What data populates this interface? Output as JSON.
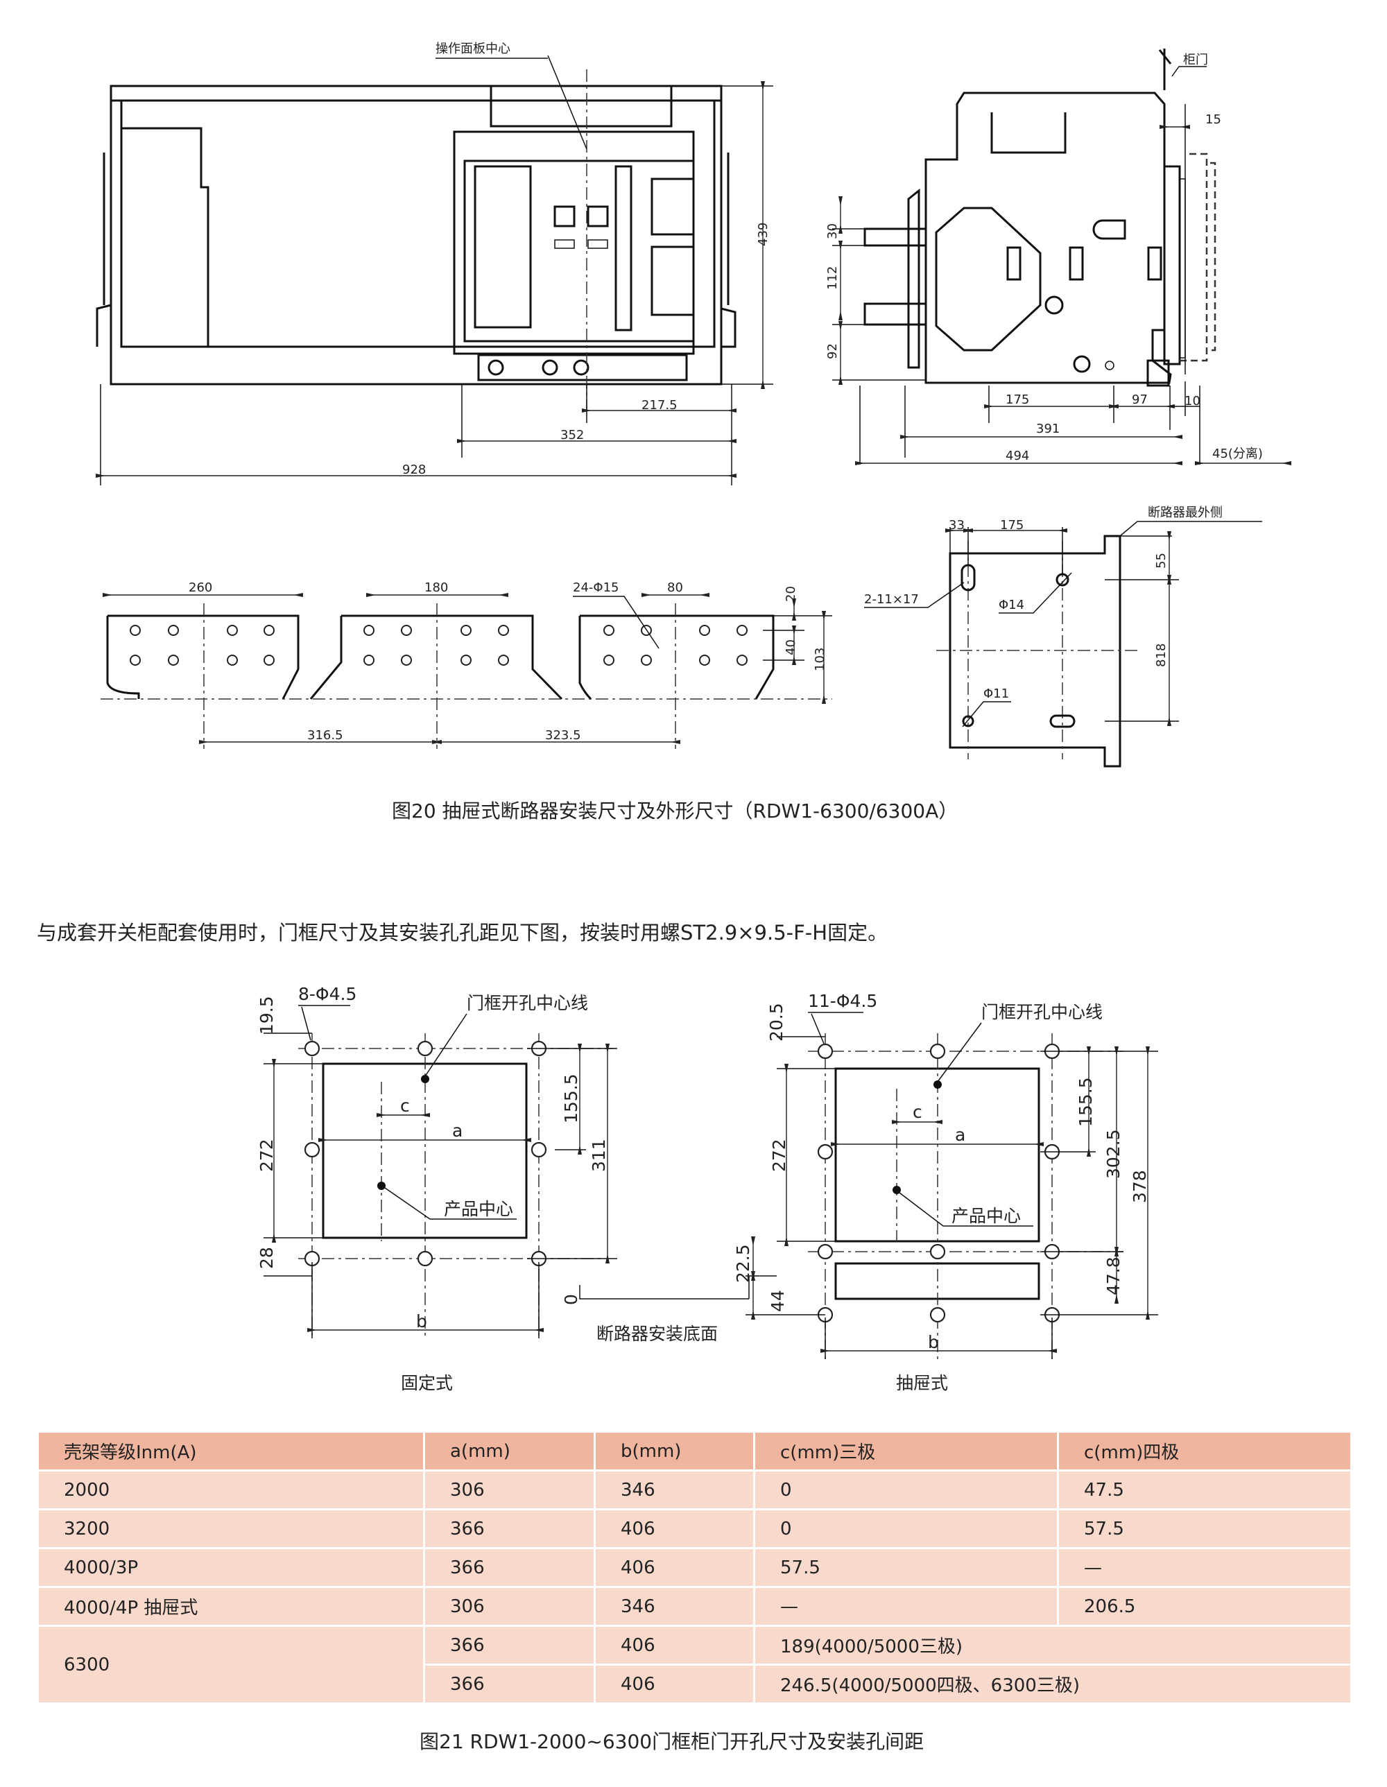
{
  "figure20": {
    "caption": "图20  抽屉式断路器安装尺寸及外形尺寸（RDW1-6300/6300A）",
    "front_view": {
      "panel_center_label": "操作面板中心",
      "dim_height": "439",
      "dim_217_5": "217.5",
      "dim_352": "352",
      "dim_928": "928"
    },
    "side_view": {
      "door_label": "柜门",
      "dim_15": "15",
      "dim_30": "30",
      "dim_112": "112",
      "dim_92": "92",
      "dim_175": "175",
      "dim_97": "97",
      "dim_10": "10",
      "dim_391": "391",
      "dim_494": "494",
      "dim_45": "45(分离)"
    },
    "busbar_view": {
      "dim_260": "260",
      "dim_180": "180",
      "holes": "24-Φ15",
      "dim_80": "80",
      "dim_20": "20",
      "dim_40": "40",
      "dim_103": "103",
      "dim_316_5": "316.5",
      "dim_323_5": "323.5"
    },
    "mount_view": {
      "outer_side_label": "断路器最外侧",
      "dim_33": "33",
      "dim_175": "175",
      "dim_55": "55",
      "slot": "2-11×17",
      "phi14": "Φ14",
      "dim_818": "818",
      "phi11": "Φ11"
    }
  },
  "paragraph": "与成套开关柜配套使用时，门框尺寸及其安装孔孔距见下图，按装时用螺ST2.9×9.5-F-H固定。",
  "figure21": {
    "fixed": {
      "holes": "8-Φ4.5",
      "centerline": "门框开孔中心线",
      "d19_5": "19.5",
      "d155_5": "155.5",
      "c": "c",
      "a": "a",
      "d311": "311",
      "d272": "272",
      "center": "产品中心",
      "d28": "28",
      "b": "b",
      "title": "固定式"
    },
    "base_label": "断路器安装底面",
    "zero": "0",
    "drawout": {
      "holes": "11-Φ4.5",
      "centerline": "门框开孔中心线",
      "d20_5": "20.5",
      "d155_5": "155.5",
      "c": "c",
      "a": "a",
      "d302_5": "302.5",
      "d378": "378",
      "d272": "272",
      "center": "产品中心",
      "d22_5": "22.5",
      "d47_8": "47.8",
      "d44": "44",
      "b": "b",
      "title": "抽屉式"
    },
    "caption": "图21  RDW1-2000~6300门框柜门开孔尺寸及安装孔间距"
  },
  "table": {
    "headers": [
      "壳架等级Inm(A)",
      "a(mm)",
      "b(mm)",
      "c(mm)三极",
      "c(mm)四极"
    ],
    "rows": [
      [
        "2000",
        "306",
        "346",
        "0",
        "47.5"
      ],
      [
        "3200",
        "366",
        "406",
        "0",
        "57.5"
      ],
      [
        "4000/3P",
        "366",
        "406",
        "57.5",
        "—"
      ],
      [
        "4000/4P  抽屉式",
        "306",
        "346",
        "—",
        "206.5"
      ]
    ],
    "merged": {
      "frame": "6300",
      "r1": [
        "366",
        "406",
        "189(4000/5000三极)"
      ],
      "r2": [
        "366",
        "406",
        "246.5(4000/5000四极、6300三极)"
      ]
    },
    "colors": {
      "header": "#f0b59e",
      "row": "#f8d9cc"
    }
  }
}
